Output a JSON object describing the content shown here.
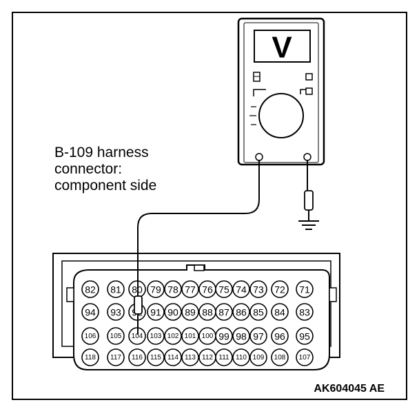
{
  "connector_label": [
    "B-109 harness",
    "connector:",
    "component side"
  ],
  "meter": {
    "display_symbol": "V"
  },
  "pin_rows": [
    [
      "82",
      "81",
      "80",
      "79",
      "78",
      "77",
      "76",
      "75",
      "74",
      "73",
      "72",
      "71"
    ],
    [
      "94",
      "93",
      "92",
      "91",
      "90",
      "89",
      "88",
      "87",
      "86",
      "85",
      "84",
      "83"
    ],
    [
      "106",
      "105",
      "104",
      "103",
      "102",
      "101",
      "100",
      "99",
      "98",
      "97",
      "96",
      "95"
    ],
    [
      "118",
      "117",
      "116",
      "115",
      "114",
      "113",
      "112",
      "111",
      "110",
      "109",
      "108",
      "107"
    ]
  ],
  "drawing_code": "AK604045 AE"
}
